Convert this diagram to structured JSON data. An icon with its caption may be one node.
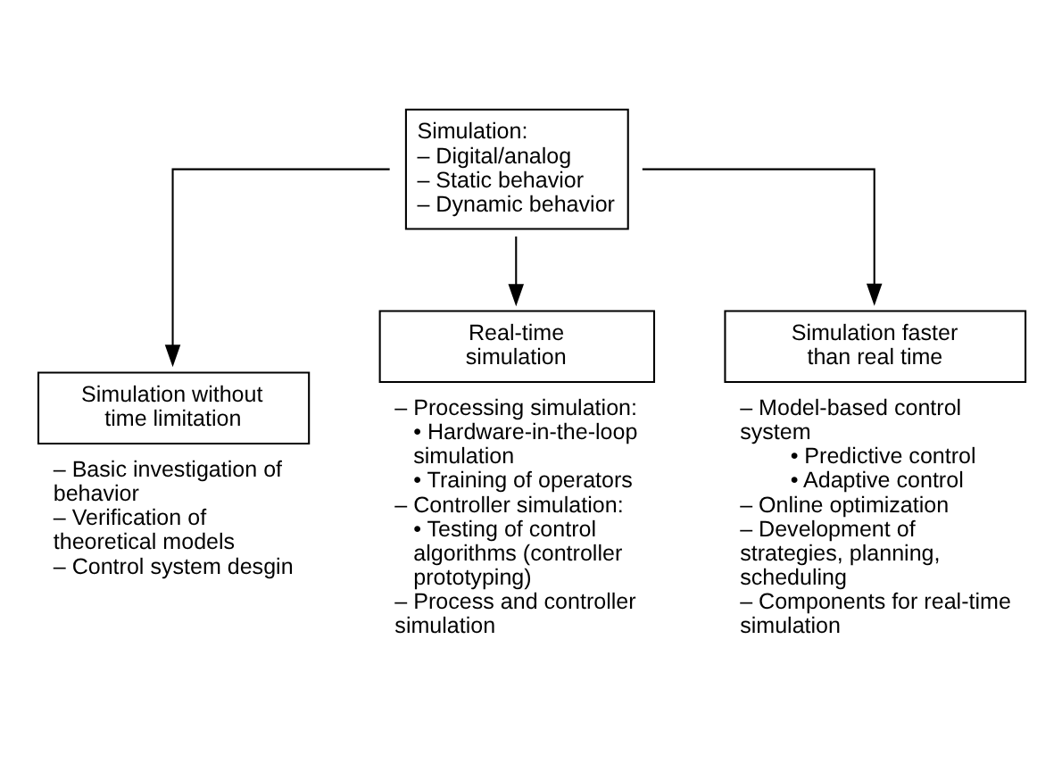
{
  "diagram": {
    "nodes": [
      {
        "text": [
          "Simulation:",
          "– Digital/analog",
          "– Static behavior",
          "– Dynamic behavior"
        ]
      },
      {
        "text": [
          "Simulation without time limitation"
        ],
        "beside": [
          "– Basic investigation of behavior",
          "– Verification of theoretical models",
          "– Control system desgin"
        ]
      },
      {
        "text": [
          "Real-time simulation"
        ],
        "beside": [
          "– Processing simulation:",
          "• Hardware-in-the-loop simulation",
          "• Training of operators",
          "– Controller simulation:",
          "• Testing of control algorithms (controller prototyping)",
          "– Process and controller simulation"
        ]
      },
      {
        "text": [
          "Simulation faster than real time"
        ],
        "beside": [
          "– Model-based control system",
          "• Predictive control",
          "• Adaptive control",
          "– Online optimization",
          "– Development of strategies, planning, scheduling",
          "– Components for real-time simulation"
        ]
      }
    ],
    "edges": [
      {
        "from": 0,
        "to": 1,
        "arrow": "to"
      },
      {
        "from": 0,
        "to": 2,
        "arrow": "to"
      },
      {
        "from": 0,
        "to": 3,
        "arrow": "to"
      }
    ]
  }
}
